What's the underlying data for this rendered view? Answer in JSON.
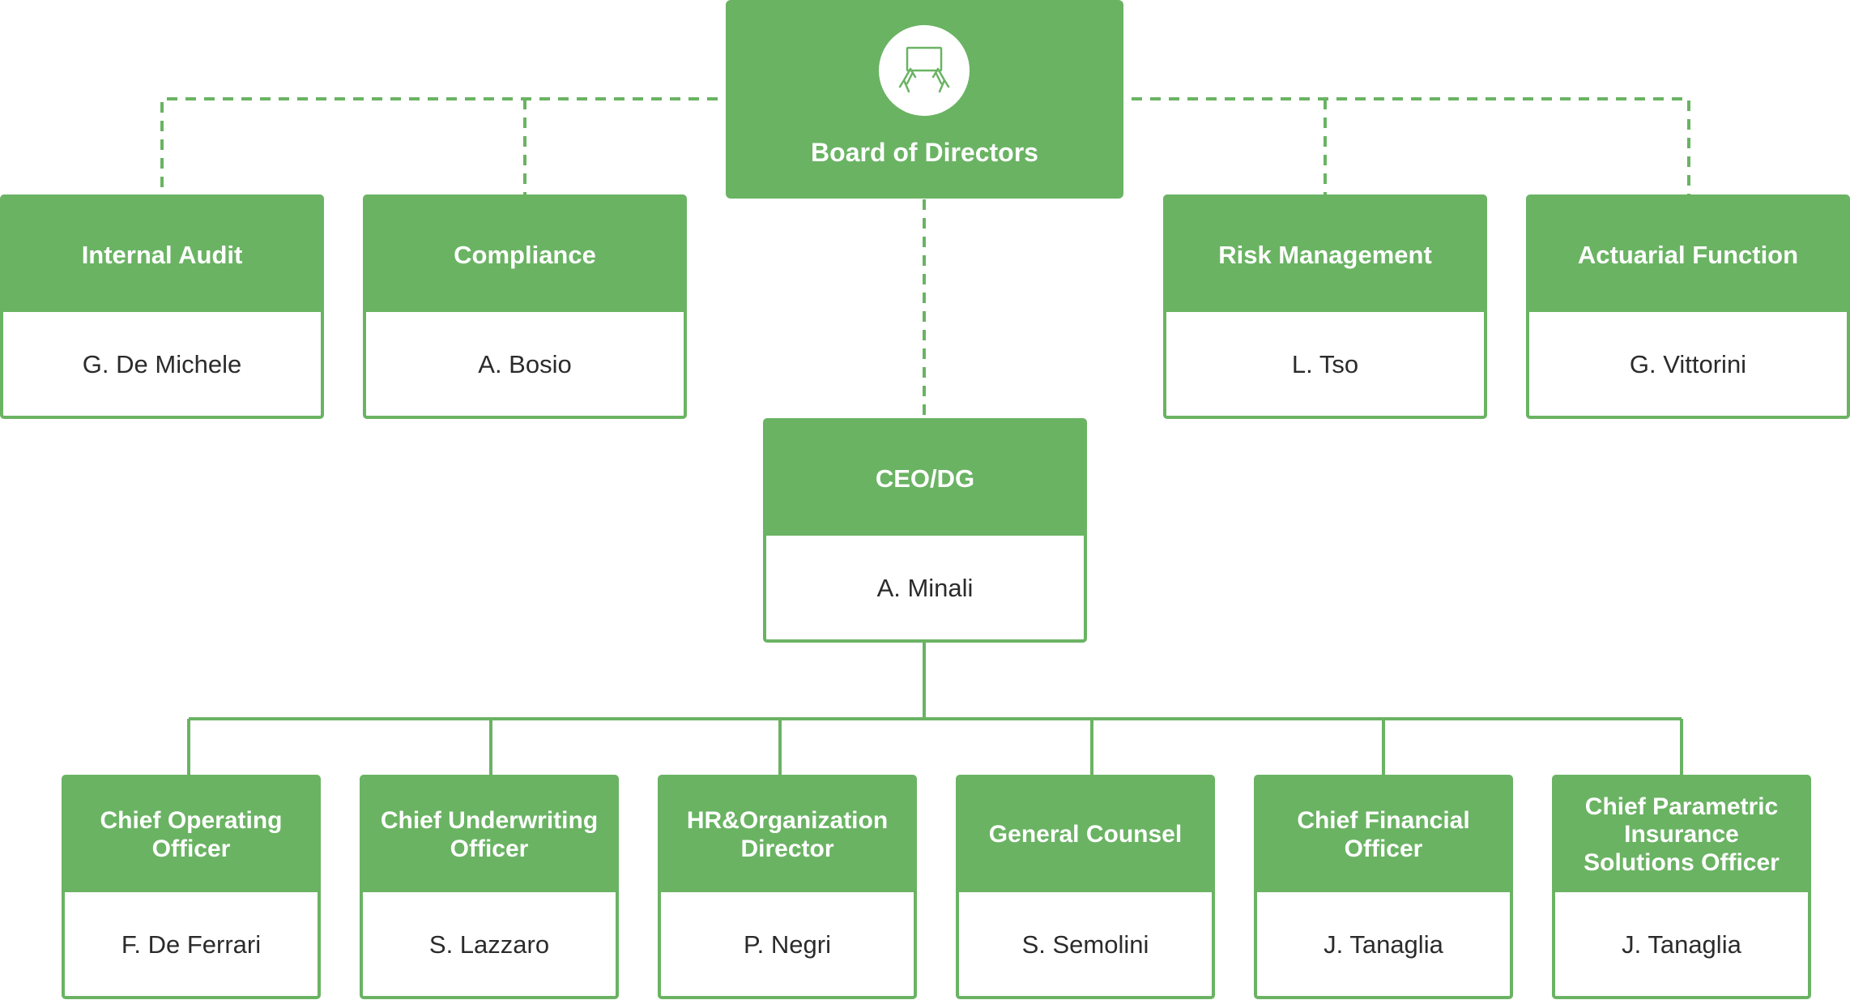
{
  "colors": {
    "accent": "#6ab363",
    "text_dark": "#2b2b2b",
    "background": "#ffffff"
  },
  "board": {
    "title": "Board of Directors",
    "icon": "hands-document-icon"
  },
  "control_functions": [
    {
      "role": "Internal Audit",
      "name": "G. De Michele"
    },
    {
      "role": "Compliance",
      "name": "A. Bosio"
    },
    {
      "role": "Risk Management",
      "name": "L. Tso"
    },
    {
      "role": "Actuarial Function",
      "name": "G. Vittorini"
    }
  ],
  "ceo": {
    "role": "CEO/DG",
    "name": "A. Minali"
  },
  "direct_reports": [
    {
      "role": "Chief Operating Officer",
      "name": "F. De Ferrari"
    },
    {
      "role": "Chief Underwriting Officer",
      "name": "S. Lazzaro"
    },
    {
      "role": "HR&Organization Director",
      "name": "P. Negri"
    },
    {
      "role": "General Counsel",
      "name": "S. Semolini"
    },
    {
      "role": "Chief Financial Officer",
      "name": "J. Tanaglia"
    },
    {
      "role": "Chief Parametric Insurance Solutions Officer",
      "name": "J. Tanaglia"
    }
  ]
}
